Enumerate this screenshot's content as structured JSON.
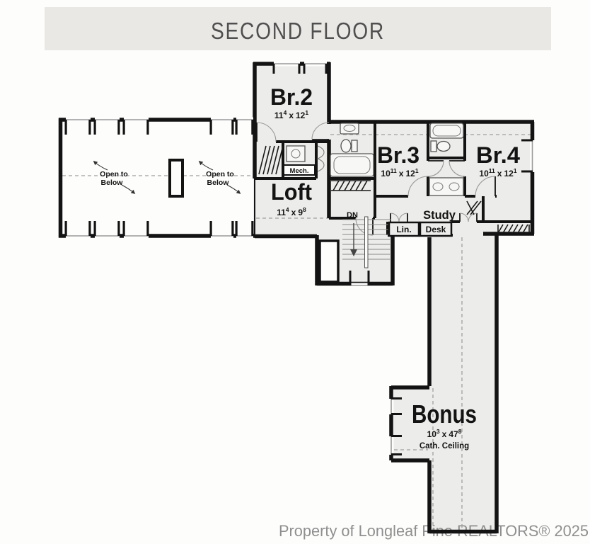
{
  "title": "SECOND FLOOR",
  "watermark": "Property of Longleaf Pine REALTORS® 2025",
  "labels": {
    "br2": {
      "name": "Br.2",
      "ft1": "11",
      "in1": "4",
      "sep": "x",
      "ft2": "12",
      "in2": "1"
    },
    "br3": {
      "name": "Br.3",
      "ft1": "10",
      "in1": "11",
      "sep": "x",
      "ft2": "12",
      "in2": "1"
    },
    "br4": {
      "name": "Br.4",
      "ft1": "10",
      "in1": "11",
      "sep": "x",
      "ft2": "12",
      "in2": "1"
    },
    "loft": {
      "name": "Loft",
      "ft1": "11",
      "in1": "4",
      "sep": "x",
      "ft2": "9",
      "in2": "8"
    },
    "bonus": {
      "name": "Bonus",
      "ft1": "10",
      "in1": "3",
      "sep": "x",
      "ft2": "47",
      "in2": "8",
      "note": "Cath. Ceiling"
    },
    "study": {
      "name": "Study"
    },
    "lin": {
      "name": "Lin."
    },
    "desk": {
      "name": "Desk"
    },
    "mech": {
      "name": "Mech."
    },
    "stairs": {
      "dn": "DN"
    },
    "open_left": {
      "line1": "Open to",
      "line2": "Below"
    },
    "open_right": {
      "line1": "Open to",
      "line2": "Below"
    }
  },
  "colors": {
    "banner_bg": "#e9e8e5",
    "banner_text": "#4f4f4f",
    "floor_fill": "#ececea",
    "wall": "#131313",
    "watermark": "#8f8f8f"
  }
}
